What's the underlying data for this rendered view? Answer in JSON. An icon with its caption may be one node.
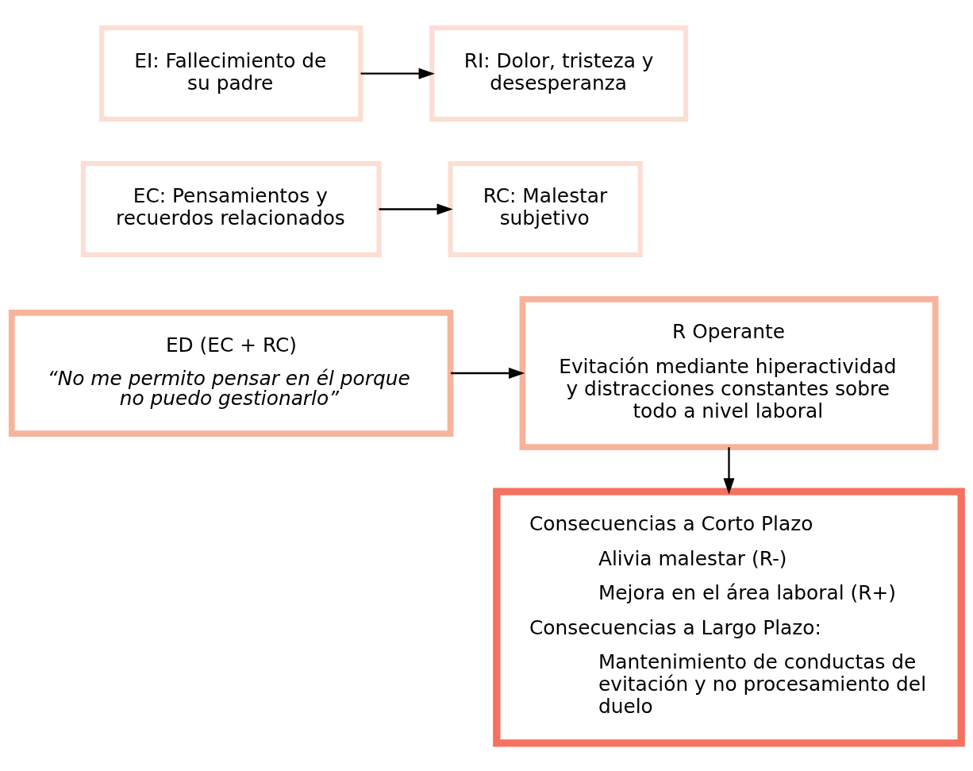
{
  "diagram": {
    "nodes": [
      {
        "text": [
          "EI: Fallecimiento de su padre"
        ]
      },
      {
        "text": [
          "RI: Dolor, tristeza y desesperanza"
        ]
      },
      {
        "text": [
          "EC: Pensamientos y recuerdos relacionados"
        ]
      },
      {
        "text": [
          "RC: Malestar subjetivo"
        ]
      },
      {
        "text": [
          "ED (EC + RC)",
          "“No me permito pensar en él porque no puedo gestionarlo”"
        ]
      },
      {
        "text": [
          "R Operante",
          "Evitación mediante hiperactividad y distracciones constantes sobre todo a nivel laboral"
        ]
      },
      {
        "text": [
          "Consecuencias a Corto Plazo",
          "Alivia malestar (R-)",
          "Mejora en el área laboral (R+)",
          "Consecuencias a Largo Plazo:",
          "Mantenimiento de conductas de evitación y no procesamiento del duelo"
        ]
      }
    ],
    "edges": [
      {
        "from": 0,
        "to": 1,
        "arrow": "to"
      },
      {
        "from": 2,
        "to": 3,
        "arrow": "to"
      },
      {
        "from": 4,
        "to": 5,
        "arrow": "to"
      },
      {
        "from": 5,
        "to": 6,
        "arrow": "to"
      }
    ]
  }
}
